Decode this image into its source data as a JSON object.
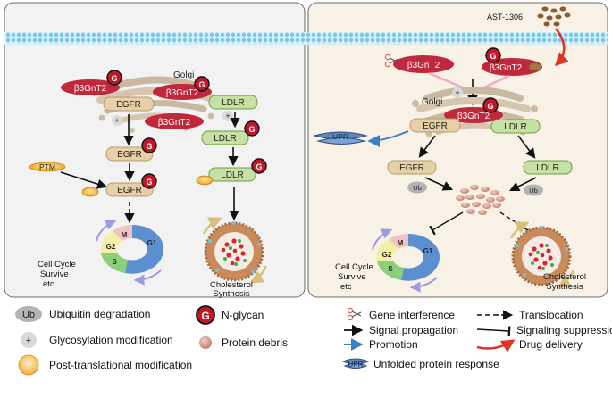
{
  "left_panel": {
    "golgi": "Golgi",
    "b3gnt2": "β3GnT2",
    "egfr": "EGFR",
    "ldlr": "LDLR",
    "ptm": "PTM",
    "glycan_symbol": "G",
    "plus_symbol": "+",
    "cell_cycle_phases": [
      "M",
      "G2",
      "G1",
      "S"
    ],
    "cell_cycle_caption": [
      "Cell Cycle",
      "Survive",
      "etc"
    ],
    "cholesterol_caption": [
      "Cholesterol",
      "Synthesis"
    ]
  },
  "right_panel": {
    "drug": "AST-1306",
    "golgi": "Golgi",
    "b3gnt2": "β3GnT2",
    "egfr": "EGFR",
    "ldlr": "LDLR",
    "upr": "UPR",
    "ub": "Ub",
    "glycan_symbol": "G",
    "plus_symbol": "+",
    "cell_cycle_phases": [
      "M",
      "G2",
      "G1",
      "S"
    ],
    "cell_cycle_caption": [
      "Cell Cycle",
      "Survive",
      "etc"
    ],
    "cholesterol_caption": [
      "Cholesterol",
      "Synthesis"
    ]
  },
  "legend": {
    "ub_symbol": "Ub",
    "ub_label": "Ubiquitin degradation",
    "plus_symbol": "+",
    "glyco_label": "Glycosylation modification",
    "ptm_label": "Post-translational modification",
    "glycan_symbol": "G",
    "glycan_label": "N-glycan",
    "debris_label": "Protein debris",
    "gene_label": "Gene interference",
    "signal_label": "Signal propagation",
    "promotion_label": "Promotion",
    "upr_symbol": "UPR",
    "upr_label": "Unfolded protein response",
    "translocation_label": "Translocation",
    "suppression_label": "Signaling suppression",
    "drug_label": "Drug delivery"
  },
  "colors": {
    "membrane": "#9fd6ea",
    "panel_left": "#f2f2f2",
    "panel_right": "#f7f1e6",
    "b3gnt2": "#c0283c",
    "egfr_box": "#e7cfa7",
    "ldlr_box": "#c6e1a4",
    "ptm": "#f0a21c",
    "glycan": "#c3162b",
    "debris": "#cf9585",
    "g1": "#5b8fd0",
    "s": "#8ccf7a",
    "g2": "#f4f0a6",
    "m": "#f3c3c3",
    "promotion": "#3d7ec8",
    "drug": "#e03222"
  }
}
